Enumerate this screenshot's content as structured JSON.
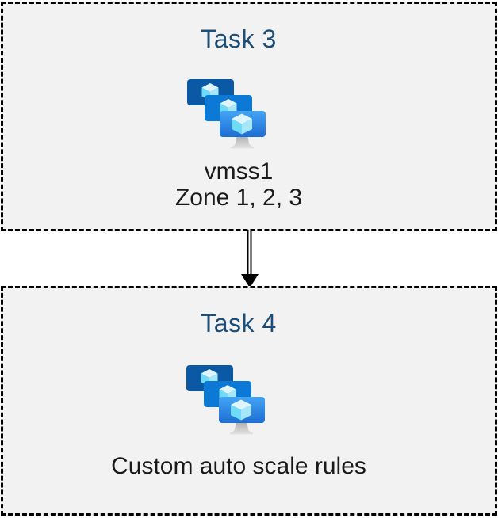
{
  "diagram": {
    "type": "flow-diagram",
    "background_color": "#ffffff",
    "box_fill_color": "#f2f2f2",
    "box_border_color": "#000000",
    "box_border_style": "dashed",
    "title_color": "#1b4e79",
    "body_text_color": "#1a1a1a",
    "tasks": [
      {
        "title": "Task 3",
        "icon": "vm-scale-sets-icon",
        "line1": "vmss1",
        "line2": "Zone 1, 2, 3"
      },
      {
        "title": "Task 4",
        "icon": "vm-scale-sets-icon",
        "line1": "Custom auto scale rules"
      }
    ],
    "connector": {
      "style": "double-line",
      "direction": "down",
      "color": "#000000",
      "from": "Task 3",
      "to": "Task 4"
    }
  },
  "icon_palette": {
    "monitor_back": "#0b58a4",
    "monitor_middle": "#0d79d6",
    "monitor_front_top": "#44a5f5",
    "monitor_front_bottom": "#1e6dd3",
    "cube_top": "#dff5fe",
    "cube_left": "#6edcf8",
    "cube_right": "#a7e7fb",
    "stand_top": "#a9a9a9",
    "stand_bottom": "#e3e3e3"
  }
}
